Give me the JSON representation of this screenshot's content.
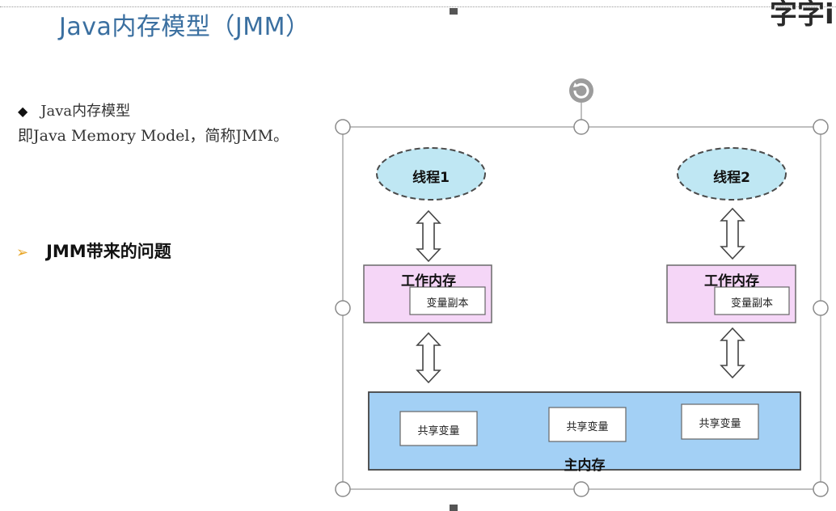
{
  "slide": {
    "title": "Java内存模型（JMM）",
    "brand_partial": "字字i"
  },
  "content": {
    "bullet1": {
      "marker": "◆",
      "text": "Java内存模型",
      "subtext": "即Java Memory Model，简称JMM。"
    },
    "bullet2": {
      "marker": "➢",
      "text": "JMM带来的问题"
    }
  },
  "diagram": {
    "thread1": "线程1",
    "thread2": "线程2",
    "work_mem_left": "工作内存",
    "work_mem_right": "工作内存",
    "copy_left": "变量副本",
    "copy_right": "变量副本",
    "shared1": "共享变量",
    "shared2": "共享变量",
    "shared3": "共享变量",
    "main_memory": "主内存",
    "rotate_icon": "rotate-icon"
  },
  "colors": {
    "title": "#3a6fa0",
    "thread_fill": "#bfe7f3",
    "thread_stroke": "#4a4a4a",
    "work_fill": "#f5d6f7",
    "work_stroke": "#6a6a6a",
    "main_fill": "#a3d0f5",
    "main_stroke": "#444",
    "bullet_arrow": "#e8a526",
    "handle": "#9c9c9c"
  }
}
